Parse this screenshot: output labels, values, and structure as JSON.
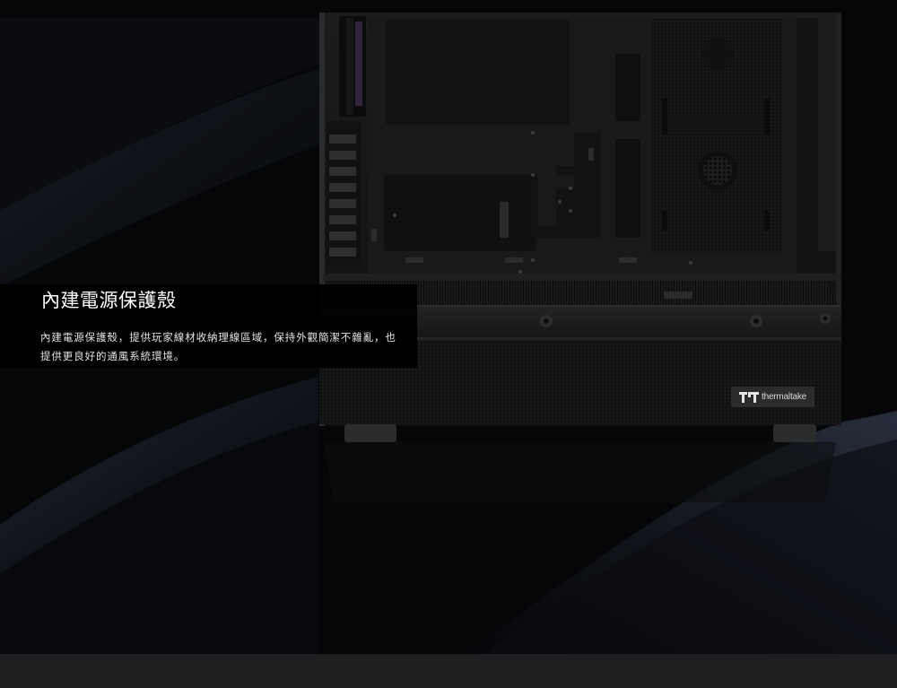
{
  "feature": {
    "title": "內建電源保護殼",
    "description": "內建電源保護殼，提供玩家線材收納理線區域，保持外觀簡潔不雜亂，也提供更良好的通風系統環境。"
  },
  "brand": {
    "name": "thermaltake",
    "logo_icon": "tt-logo-icon"
  },
  "colors": {
    "background": "#050608",
    "panel": "#000000",
    "title_text": "#ffffff",
    "body_text": "#e4e4e4",
    "bottom_strip": "#1e1f21"
  }
}
